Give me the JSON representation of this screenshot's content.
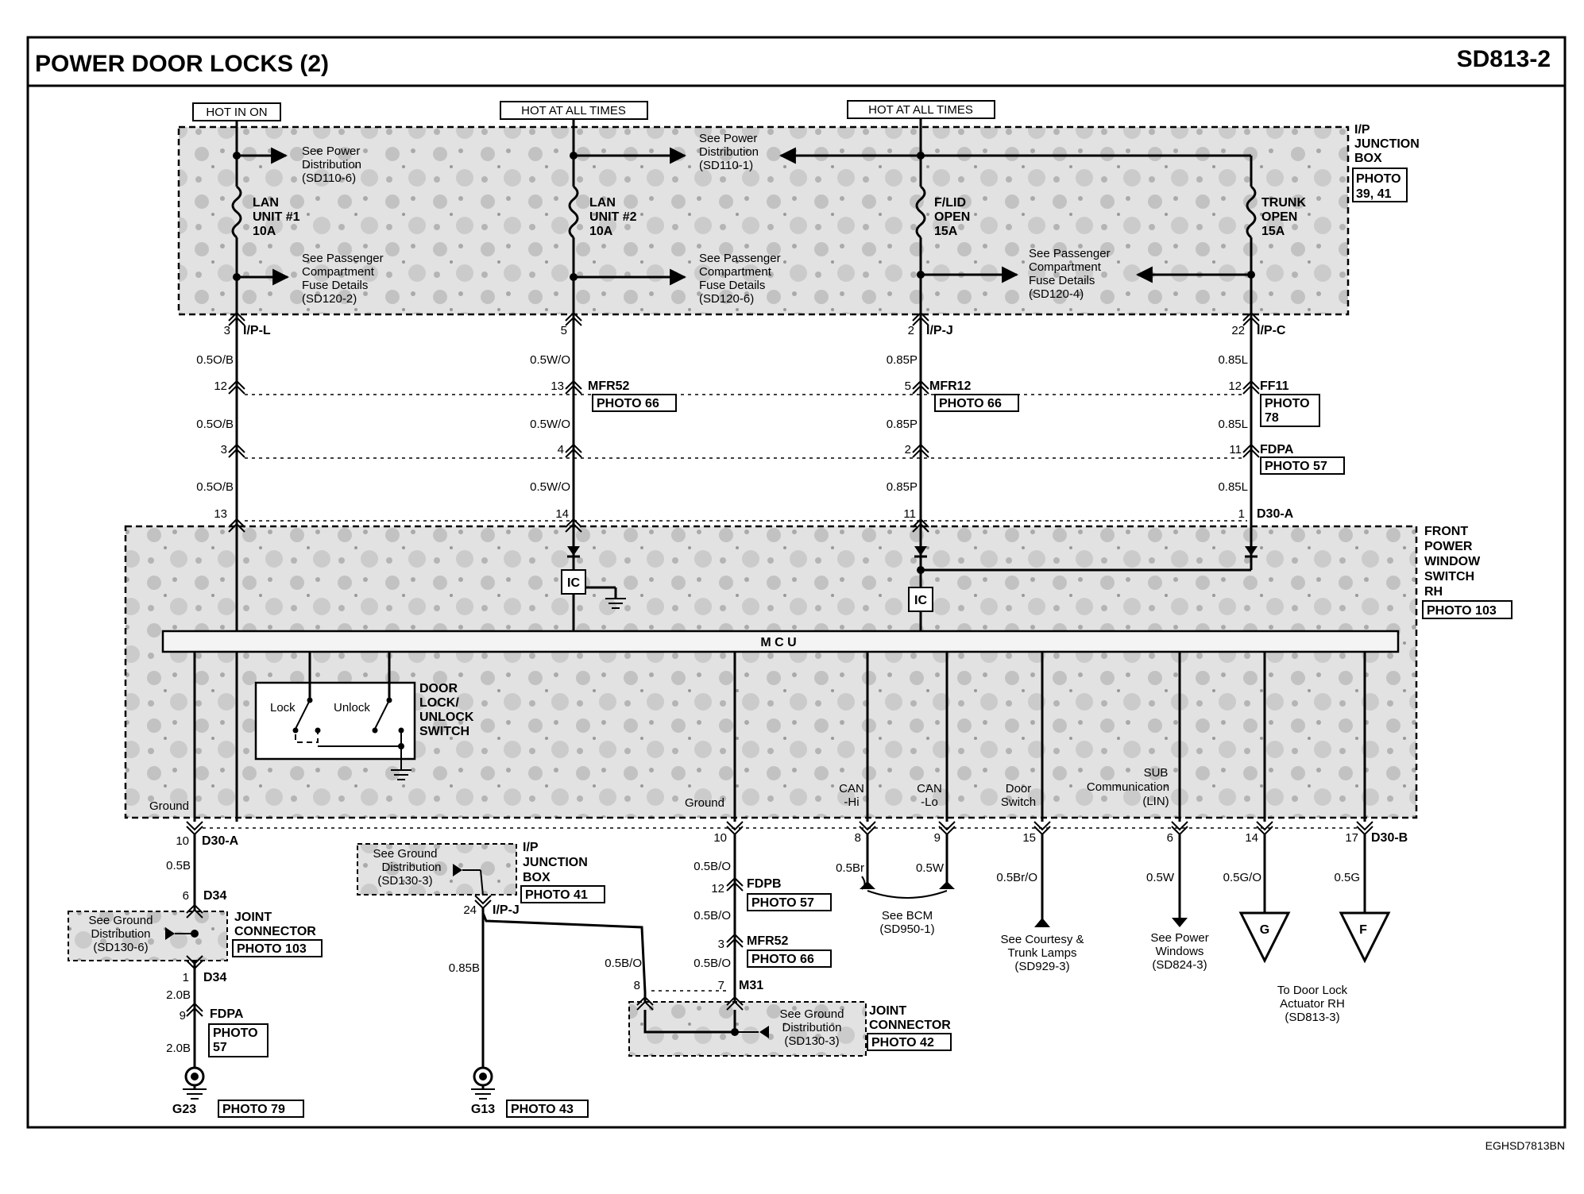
{
  "header": {
    "title": "POWER DOOR LOCKS (2)",
    "code": "SD813-2"
  },
  "footer_code": "EGHSD7813BN",
  "power_labels": [
    "HOT IN ON",
    "HOT AT ALL TIMES",
    "HOT AT ALL TIMES"
  ],
  "ip_junction_box": {
    "l1": "I/P",
    "l2": "JUNCTION",
    "l3": "BOX",
    "p1": "PHOTO",
    "p2": "39, 41"
  },
  "fuses": [
    {
      "l1": "LAN",
      "l2": "UNIT #1",
      "l3": "10A"
    },
    {
      "l1": "LAN",
      "l2": "UNIT #2",
      "l3": "10A"
    },
    {
      "l1": "F/LID",
      "l2": "OPEN",
      "l3": "15A"
    },
    {
      "l1": "TRUNK",
      "l2": "OPEN",
      "l3": "15A"
    }
  ],
  "refs": {
    "pd1": {
      "l1": "See Power",
      "l2": "Distribution",
      "l3": "(SD110-6)"
    },
    "pd2": {
      "l1": "See Power",
      "l2": "Distribution",
      "l3": "(SD110-1)"
    },
    "pc1": {
      "l1": "See Passenger",
      "l2": "Compartment",
      "l3": "Fuse Details",
      "l4": "(SD120-2)"
    },
    "pc2": {
      "l1": "See Passenger",
      "l2": "Compartment",
      "l3": "Fuse Details",
      "l4": "(SD120-6)"
    },
    "pc3": {
      "l1": "See Passenger",
      "l2": "Compartment",
      "l3": "Fuse Details",
      "l4": "(SD120-4)"
    }
  },
  "pins": {
    "c1": [
      "3",
      "12",
      "3",
      "13"
    ],
    "c2": [
      "5",
      "13",
      "4",
      "14"
    ],
    "c3": [
      "2",
      "5",
      "2",
      "11"
    ],
    "c4": [
      "22",
      "12",
      "11",
      "1"
    ]
  },
  "connectors": {
    "ipl": "I/P-L",
    "ipj": "I/P-J",
    "ipc": "I/P-C",
    "mfr52": "MFR52",
    "mfr12": "MFR12",
    "ff11": "FF11",
    "fdpa": "FDPA",
    "d30a": "D30-A"
  },
  "wires": {
    "c1": [
      "0.5O/B",
      "0.5O/B",
      "0.5O/B"
    ],
    "c2": [
      "0.5W/O",
      "0.5W/O",
      "0.5W/O"
    ],
    "c3": [
      "0.85P",
      "0.85P",
      "0.85P"
    ],
    "c4": [
      "0.85L",
      "0.85L",
      "0.85L"
    ]
  },
  "photos": {
    "mfr52": "PHOTO 66",
    "mfr12": "PHOTO 66",
    "ff11_1": "PHOTO",
    "ff11_2": "78",
    "fdpa": "PHOTO 57",
    "fpws": "PHOTO 103"
  },
  "front_power_window_switch": {
    "l1": "FRONT",
    "l2": "POWER",
    "l3": "WINDOW",
    "l4": "SWITCH",
    "l5": "RH"
  },
  "ic_label": "IC",
  "mcu_label": "M  C  U",
  "door_lock_switch": {
    "lock": "Lock",
    "unlock": "Unlock",
    "l1": "DOOR",
    "l2": "LOCK/",
    "l3": "UNLOCK",
    "l4": "SWITCH"
  },
  "outputs": {
    "ground_left": "Ground",
    "ground_mid": "Ground",
    "can_hi": [
      "CAN",
      "-Hi"
    ],
    "can_lo": [
      "CAN",
      "-Lo"
    ],
    "door_switch": [
      "Door",
      "Switch"
    ],
    "sub_comm": [
      "SUB",
      "Communication",
      "(LIN)"
    ]
  },
  "bottom_pins": [
    "10",
    "10",
    "8",
    "9",
    "15",
    "6",
    "14",
    "17"
  ],
  "bottom_connectors": {
    "d30a": "D30-A",
    "d30b": "D30-B"
  },
  "bottom_wires": [
    "0.5B",
    "0.5B/O",
    "0.5Br",
    "0.5W",
    "0.5Br/O",
    "0.5W",
    "0.5G/O",
    "0.5G"
  ],
  "left_chain": {
    "d34_pin1": "6",
    "d34": "D34",
    "joint1": "JOINT",
    "joint2": "CONNECTOR",
    "photo": "PHOTO 103",
    "gd1": "See Ground",
    "gd2": "Distribution",
    "gd3": "(SD130-6)",
    "d34_pin2": "1",
    "d34b": "D34",
    "wire1": "2.0B",
    "fdpa_pin": "9",
    "fdpa": "FDPA",
    "fdpa_photo1": "PHOTO",
    "fdpa_photo2": "57",
    "wire2": "2.0B",
    "ground": "G23",
    "ground_photo": "PHOTO 79"
  },
  "g13_chain": {
    "gd1": "See Ground",
    "gd2": "Distribution",
    "gd3": "(SD130-3)",
    "ip1": "I/P",
    "ip2": "JUNCTION",
    "ip3": "BOX",
    "photo": "PHOTO 41",
    "pin": "24",
    "conn": "I/P-J",
    "wire": "0.85B",
    "ground": "G13",
    "ground_photo": "PHOTO 43"
  },
  "mid_chain": {
    "fdpb_pin": "12",
    "fdpb": "FDPB",
    "fdpb_photo": "PHOTO 57",
    "wire1": "0.5B/O",
    "mfr52_pin": "3",
    "mfr52": "MFR52",
    "mfr52_photo": "PHOTO 66",
    "wire2": "0.5B/O",
    "wire_side": "0.5B/O",
    "pin8": "8",
    "pin7": "7",
    "m31": "M31",
    "gd1": "See Ground",
    "gd2": "Distribution",
    "gd3": "(SD130-3)",
    "joint1": "JOINT",
    "joint2": "CONNECTOR",
    "joint_photo": "PHOTO 42"
  },
  "destinations": {
    "bcm": [
      "See BCM",
      "(SD950-1)"
    ],
    "courtesy": [
      "See Courtesy &",
      "Trunk Lamps",
      "(SD929-3)"
    ],
    "windows": [
      "See Power",
      "Windows",
      "(SD824-3)"
    ],
    "actuator": [
      "To Door Lock",
      "Actuator RH",
      "(SD813-3)"
    ],
    "g": "G",
    "f": "F"
  }
}
